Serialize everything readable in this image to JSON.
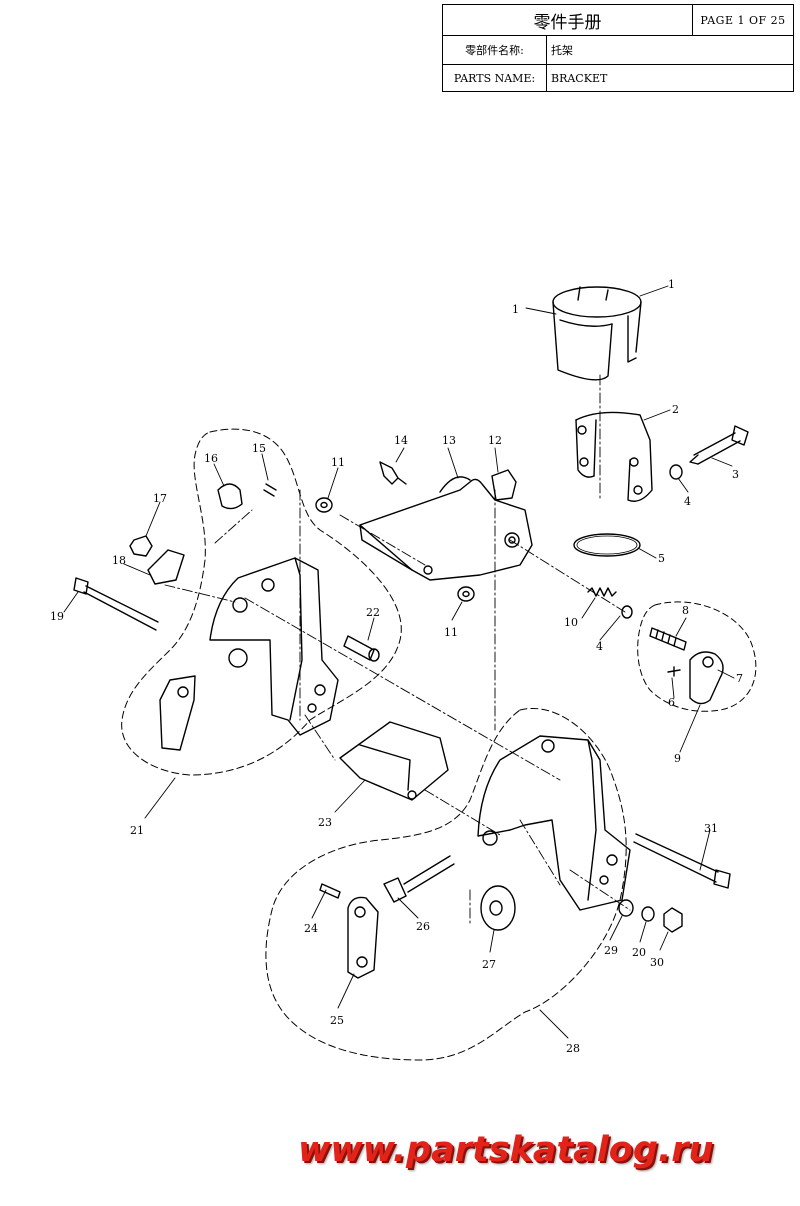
{
  "title_block": {
    "manual_title": "零件手册",
    "page": "PAGE 1 OF 25",
    "cn_label": "零部件名称:",
    "cn_value": "托架",
    "en_label": "PARTS NAME:",
    "en_value": "BRACKET"
  },
  "callouts": {
    "c1a": "1",
    "c1b": "1",
    "c2": "2",
    "c3": "3",
    "c4a": "4",
    "c4b": "4",
    "c5": "5",
    "c6": "6",
    "c7": "7",
    "c8": "8",
    "c9": "9",
    "c10": "10",
    "c11a": "11",
    "c11b": "11",
    "c12": "12",
    "c13": "13",
    "c14": "14",
    "c15": "15",
    "c16": "16",
    "c17": "17",
    "c18": "18",
    "c19": "19",
    "c20": "20",
    "c21": "21",
    "c22": "22",
    "c23": "23",
    "c24": "24",
    "c25": "25",
    "c26": "26",
    "c27": "27",
    "c28": "28",
    "c29": "29",
    "c30": "30",
    "c31": "31"
  },
  "watermark": "www.partskatalog.ru"
}
